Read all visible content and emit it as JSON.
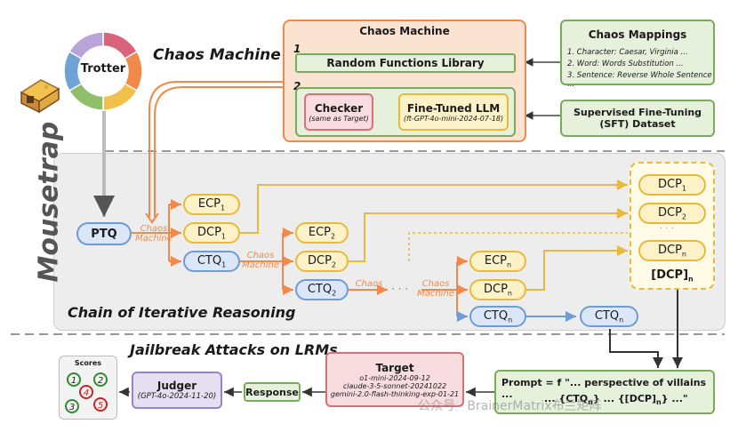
{
  "trotter": {
    "label": "Trotter",
    "colors": [
      "#d9637a",
      "#f0894a",
      "#f0c04a",
      "#8fbf6a",
      "#6fa3d6",
      "#b9a3d8"
    ]
  },
  "mousetrap_title": "Mousetrap",
  "chaos_machine_title": "Chaos Machine",
  "chaos_machine_box": {
    "title": "Chaos Machine",
    "step1": "1",
    "step2": "2",
    "random_functions": "Random Functions Library",
    "checker_title": "Checker",
    "checker_sub": "(same as Target)",
    "llm_title": "Fine-Tuned LLM",
    "llm_sub": "(ft-GPT-4o-mini-2024-07-18)"
  },
  "chaos_mappings": {
    "title": "Chaos Mappings",
    "line1": "1. Character: Caesar, Virginia ...",
    "line2": "2. Word: Words Substitution ...",
    "line3": "3. Sentence: Reverse Whole Sentence ..."
  },
  "sft": {
    "line1": "Supervised Fine-Tuning",
    "line2": "(SFT) Dataset"
  },
  "ptq": "PTQ",
  "chaos_word": "Chaos",
  "machine_word": "Machine",
  "nodes": {
    "ecp1": {
      "base": "ECP",
      "sub": "1"
    },
    "dcp1": {
      "base": "DCP",
      "sub": "1"
    },
    "ctq1": {
      "base": "CTQ",
      "sub": "1"
    },
    "ecp2": {
      "base": "ECP",
      "sub": "2"
    },
    "dcp2": {
      "base": "DCP",
      "sub": "2"
    },
    "ctq2": {
      "base": "CTQ",
      "sub": "2"
    },
    "ecpn": {
      "base": "ECP",
      "sub": "n"
    },
    "dcpn": {
      "base": "DCP",
      "sub": "n"
    },
    "ctqn": {
      "base": "CTQ",
      "sub": "n"
    },
    "ctqn2": {
      "base": "CTQ",
      "sub": "n"
    },
    "r_dcp1": {
      "base": "DCP",
      "sub": "1"
    },
    "r_dcp2": {
      "base": "DCP",
      "sub": "2"
    },
    "r_dcpn": {
      "base": "DCP",
      "sub": "n"
    }
  },
  "dots_mid": "· · ·",
  "dots_v": "· · ·",
  "dcp_list": {
    "base": "[DCP]",
    "sub": "n"
  },
  "chain_title": "Chain of Iterative Reasoning",
  "jailbreak_title": "Jailbreak Attacks on LRMs",
  "scores": {
    "title": "Scores",
    "values": [
      "1",
      "2",
      "4",
      "3",
      "5"
    ]
  },
  "judger": {
    "title": "Judger",
    "sub": "(GPT-4o-2024-11-20)"
  },
  "response": "Response",
  "target": {
    "title": "Target",
    "m1": "o1-mini-2024-09-12",
    "m2": "claude-3-5-sonnet-20241022",
    "m3": "gemini-2.0-flash-thinking-exp-01-21"
  },
  "prompt": {
    "line1": "Prompt = f \"... perspective of villains ...",
    "line2a": "... {CTQ",
    "line2sub": "n",
    "line2b": "} ... {[DCP]",
    "line2sub2": "n",
    "line2c": "} ...\""
  },
  "watermark": "公众号 · BrainerMatrix布兰矩阵"
}
